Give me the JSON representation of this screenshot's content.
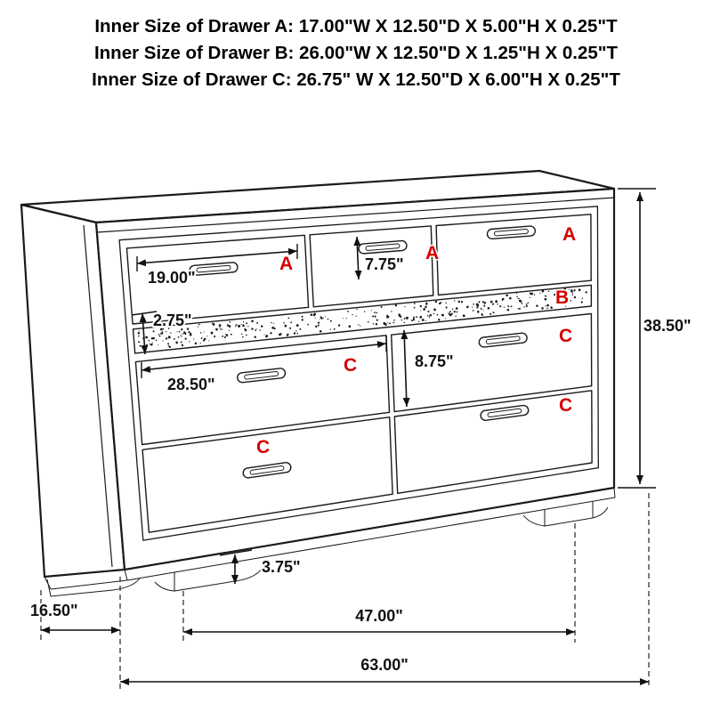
{
  "header": {
    "line_a": "Inner Size of Drawer A: 17.00\"W X 12.50\"D X 5.00\"H X 0.25\"T",
    "line_b": "Inner Size of Drawer B: 26.00\"W X 12.50\"D X 1.25\"H X 0.25\"T",
    "line_c": "Inner Size of Drawer C: 26.75\" W X 12.50\"D X 6.00\"H X 0.25\"T"
  },
  "drawer_labels": {
    "a1": "A",
    "a2": "A",
    "a3": "A",
    "b": "B",
    "c1_left": "C",
    "c1_right": "C",
    "c2_left": "C",
    "c2_right": "C"
  },
  "dimensions": {
    "a_drawer_width": "19.00\"",
    "a_drawer_front_height": "7.75\"",
    "b_strip_height": "2.75\"",
    "c_drawer_width": "28.50\"",
    "c_drawer_front_height": "8.75\"",
    "overall_height": "38.50\"",
    "foot_height": "3.75\"",
    "side_depth": "16.50\"",
    "feet_spacing": "47.00\"",
    "overall_width": "63.00\""
  },
  "colors": {
    "label_red": "#d40000",
    "line_black": "#1a1a1a"
  }
}
